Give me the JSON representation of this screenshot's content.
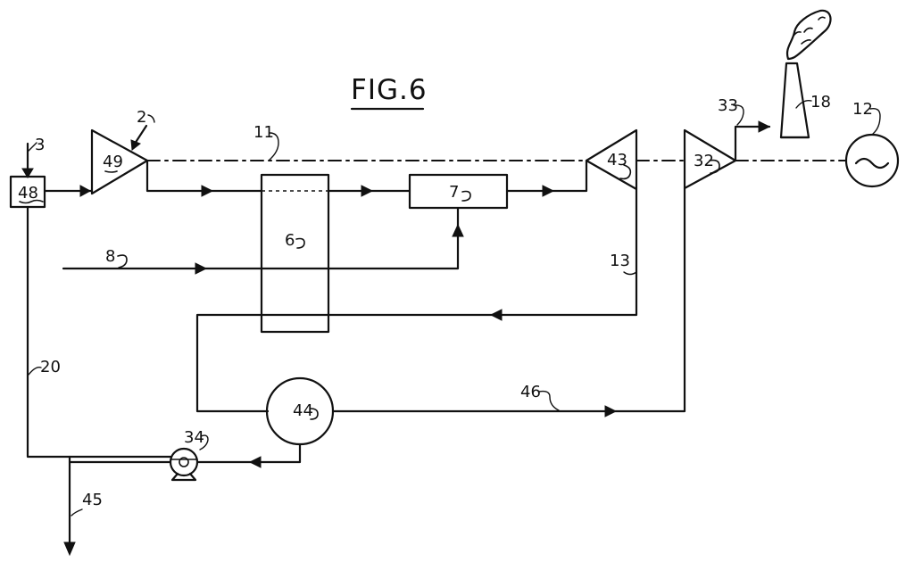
{
  "figure": {
    "title": "FIG.6"
  },
  "labels": {
    "l2": "2",
    "l3": "3",
    "l6": "6",
    "l7": "7",
    "l8": "8",
    "l11": "11",
    "l12": "12",
    "l13": "13",
    "l18": "18",
    "l20": "20",
    "l32": "32",
    "l33": "33",
    "l34": "34",
    "l43": "43",
    "l44": "44",
    "l45": "45",
    "l46": "46",
    "l48": "48",
    "l49": "49"
  },
  "icons": {
    "generator": "generator-icon",
    "pump": "pump-icon",
    "stack": "chimney-stack-icon",
    "smoke": "smoke-plume-icon"
  },
  "colors": {
    "ink": "#111111",
    "background": "#ffffff"
  }
}
